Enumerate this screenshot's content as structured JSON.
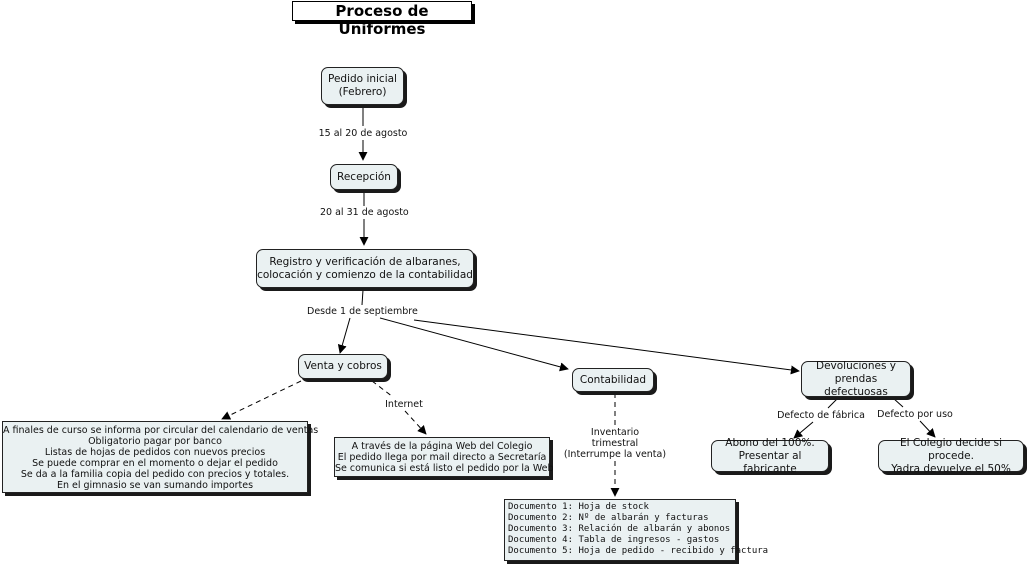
{
  "title": "Proceso de Uniformes",
  "nodes": {
    "pedido": [
      "Pedido inicial",
      "(Febrero)"
    ],
    "recepcion": [
      "Recepción"
    ],
    "registro": [
      "Registro y verificación de albaranes,",
      "colocación y comienzo de la contabilidad"
    ],
    "venta": [
      "Venta y cobros"
    ],
    "contabilidad": [
      "Contabilidad"
    ],
    "devoluciones": [
      "Devoluciones y",
      "prendas defectuosas"
    ],
    "abono": [
      "Abono del 100%.",
      "Presentar al fabricante"
    ],
    "colegio": [
      "El Colegio decide si procede.",
      "Yadra devuelve el 50%"
    ]
  },
  "boxes": {
    "final_curso": [
      "A finales de curso se informa por circular del calendario de ventas",
      "Obligatorio pagar por banco",
      "Listas de hojas de pedidos con nuevos precios",
      "Se puede comprar en el momento o dejar el pedido",
      "Se da a la familia copia del pedido con precios y totales.",
      "En el gimnasio se van sumando importes"
    ],
    "web": [
      "A través de la página Web del Colegio",
      "El pedido llega por mail directo a Secretaría",
      "Se comunica si está listo el pedido por la Web"
    ],
    "documentos": [
      "Documento 1: Hoja de stock",
      "Documento 2: Nº de albarán y facturas",
      "Documento 3: Relación de albarán y abonos",
      "Documento 4: Tabla de ingresos - gastos",
      "Documento 5: Hoja de pedido - recibido y factura"
    ]
  },
  "labels": {
    "agosto_15": "15 al 20 de agosto",
    "agosto_20": "20 al 31 de agosto",
    "septiembre": "Desde 1 de septiembre",
    "internet": "Internet",
    "inventario": [
      "Inventario",
      "trimestral",
      "(Interrumpe la venta)"
    ],
    "defecto_fabrica": "Defecto de fábrica",
    "defecto_uso": "Defecto por uso"
  }
}
